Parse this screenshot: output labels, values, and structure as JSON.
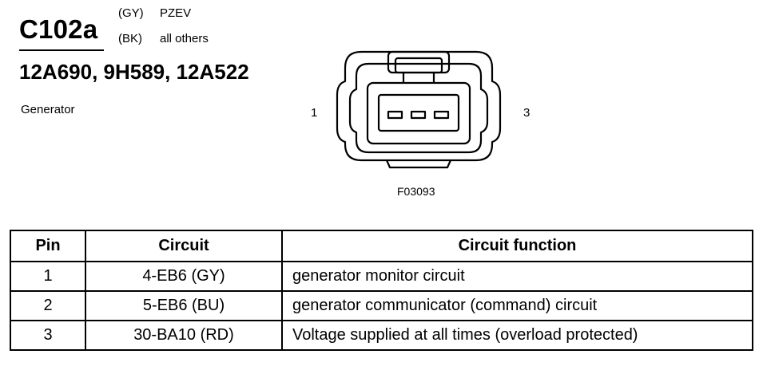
{
  "header": {
    "connector_id": "C102a",
    "variants": [
      {
        "code": "(GY)",
        "description": "PZEV"
      },
      {
        "code": "(BK)",
        "description": "all others"
      }
    ],
    "part_numbers": "12A690, 9H589, 12A522",
    "component": "Generator"
  },
  "diagram": {
    "pin_left_label": "1",
    "pin_right_label": "3",
    "figure_code": "F03093"
  },
  "table": {
    "headers": [
      "Pin",
      "Circuit",
      "Circuit function"
    ],
    "rows": [
      {
        "pin": "1",
        "circuit": "4-EB6 (GY)",
        "function": "generator monitor circuit"
      },
      {
        "pin": "2",
        "circuit": "5-EB6 (BU)",
        "function": "generator communicator (command) circuit"
      },
      {
        "pin": "3",
        "circuit": "30-BA10 (RD)",
        "function": "Voltage supplied at all times (overload protected)"
      }
    ]
  }
}
